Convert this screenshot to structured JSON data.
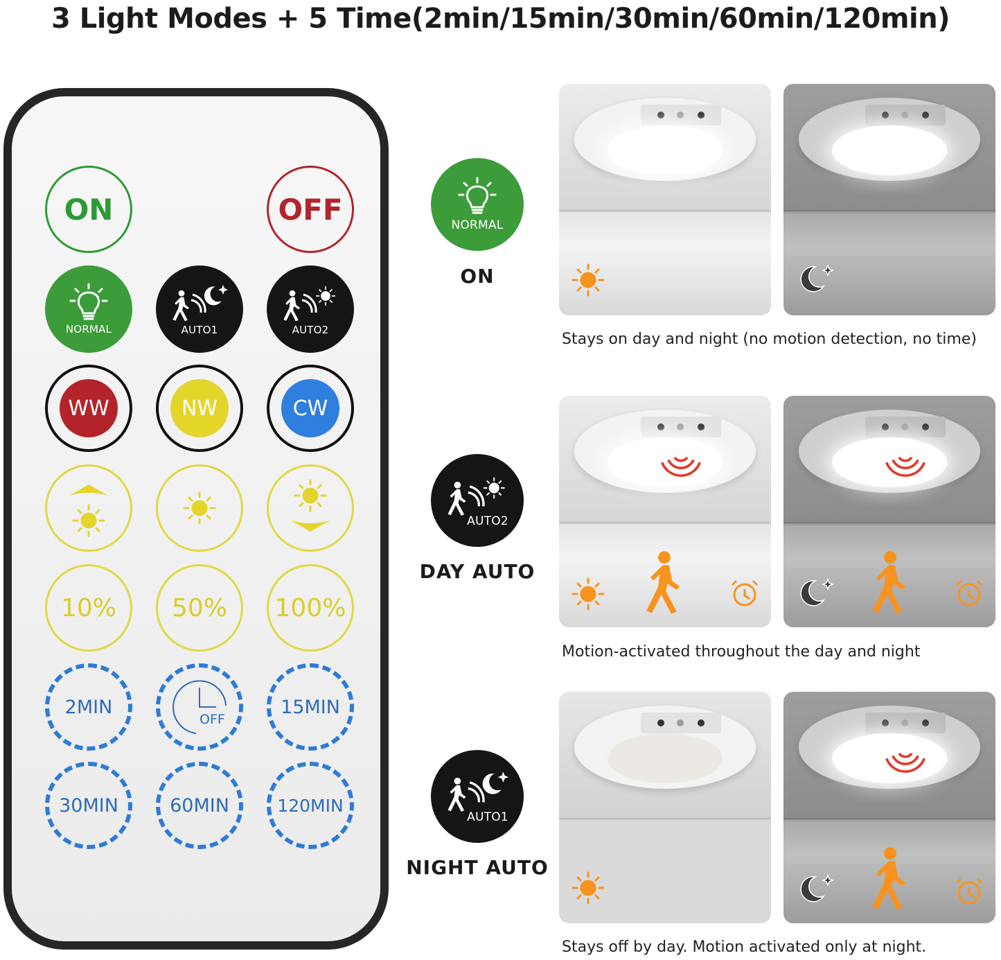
{
  "title": "3 Light Modes + 5 Time(2min/15min/30min/60min/120min)",
  "colors": {
    "green": "#2f9a35",
    "red": "#b0262c",
    "black": "#111111",
    "warm_white": "#b3232a",
    "neutral_white": "#e4d52b",
    "cool_white": "#2f7fdf",
    "yellow": "#e1d844",
    "blue": "#2e7bd6",
    "orange": "#f7931e",
    "moon": "#3b3b3b"
  },
  "remote": {
    "power": {
      "on": "ON",
      "off": "OFF"
    },
    "modes": [
      {
        "label": "NORMAL",
        "icon": "light-bulb-icon"
      },
      {
        "label": "AUTO1",
        "icon": "motion-moon-icon"
      },
      {
        "label": "AUTO2",
        "icon": "motion-sun-icon"
      }
    ],
    "color_temps": [
      {
        "label": "WW"
      },
      {
        "label": "NW"
      },
      {
        "label": "CW"
      }
    ],
    "brightness_controls": [
      {
        "icon": "brightness-up-icon"
      },
      {
        "icon": "brightness-icon"
      },
      {
        "icon": "brightness-down-icon"
      }
    ],
    "brightness_levels": [
      {
        "label": "10%"
      },
      {
        "label": "50%"
      },
      {
        "label": "100%"
      }
    ],
    "timers": [
      {
        "label": "2MIN"
      },
      {
        "label": "OFF",
        "icon": "timer-off-icon"
      },
      {
        "label": "15MIN"
      },
      {
        "label": "30MIN"
      },
      {
        "label": "60MIN"
      },
      {
        "label": "120MIN"
      }
    ]
  },
  "modes": [
    {
      "badge_label": "NORMAL",
      "caption": "ON",
      "description": "Stays on day and night (no motion detection, no time)"
    },
    {
      "badge_label": "AUTO2",
      "caption": "DAY AUTO",
      "description": "Motion-activated throughout the day and night"
    },
    {
      "badge_label": "AUTO1",
      "caption": "NIGHT AUTO",
      "description": "Stays off by day. Motion activated only at night."
    }
  ]
}
